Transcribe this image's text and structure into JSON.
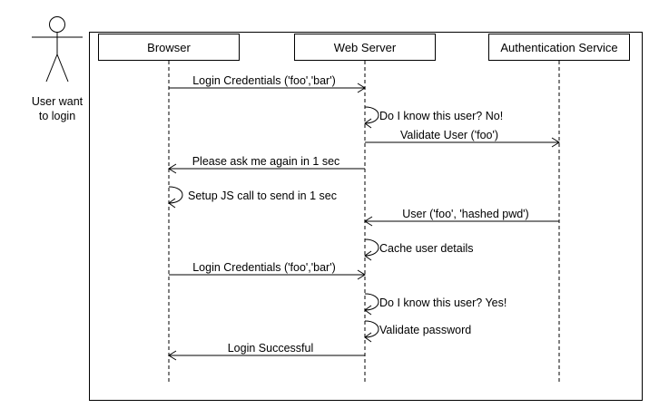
{
  "actor": {
    "label_line1": "User want",
    "label_line2": "to login"
  },
  "participants": [
    {
      "id": "browser",
      "label": "Browser"
    },
    {
      "id": "web_server",
      "label": "Web Server"
    },
    {
      "id": "auth_service",
      "label": "Authentication Service"
    }
  ],
  "messages": [
    {
      "from": "browser",
      "to": "web_server",
      "label": "Login Credentials ('foo','bar')"
    },
    {
      "from": "web_server",
      "to": "web_server",
      "label": "Do I know this user? No!"
    },
    {
      "from": "web_server",
      "to": "auth_service",
      "label": "Validate User ('foo')"
    },
    {
      "from": "web_server",
      "to": "browser",
      "label": "Please ask me again in 1 sec"
    },
    {
      "from": "browser",
      "to": "browser",
      "label": "Setup JS call to send in 1 sec"
    },
    {
      "from": "auth_service",
      "to": "web_server",
      "label": "User ('foo', 'hashed pwd')"
    },
    {
      "from": "web_server",
      "to": "web_server",
      "label": "Cache user details"
    },
    {
      "from": "browser",
      "to": "web_server",
      "label": "Login Credentials ('foo','bar')"
    },
    {
      "from": "web_server",
      "to": "web_server",
      "label": "Do I know this user? Yes!"
    },
    {
      "from": "web_server",
      "to": "web_server",
      "label": "Validate password"
    },
    {
      "from": "web_server",
      "to": "browser",
      "label": "Login Successful"
    }
  ]
}
